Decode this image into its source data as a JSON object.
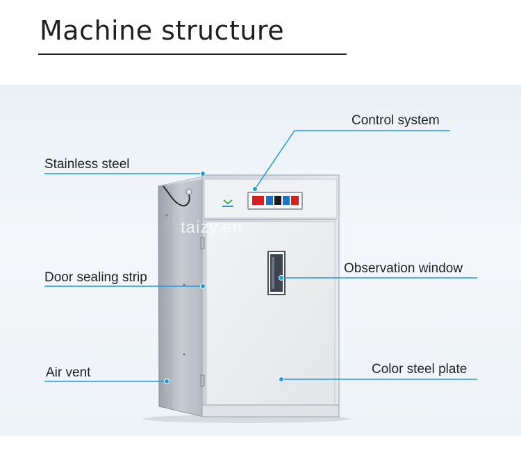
{
  "title": "Machine structure",
  "watermark": "taizy.en",
  "labels": {
    "control_system": "Control system",
    "stainless_steel": "Stainless steel",
    "door_sealing_strip": "Door sealing strip",
    "observation_window": "Observation window",
    "air_vent": "Air vent",
    "color_steel_plate": "Color steel plate"
  },
  "colors": {
    "callout_line": "#1a9be6",
    "panel_bg": "#eef3f7",
    "cabinet_front": "#eceef0",
    "cabinet_side": "#b8bec6"
  }
}
